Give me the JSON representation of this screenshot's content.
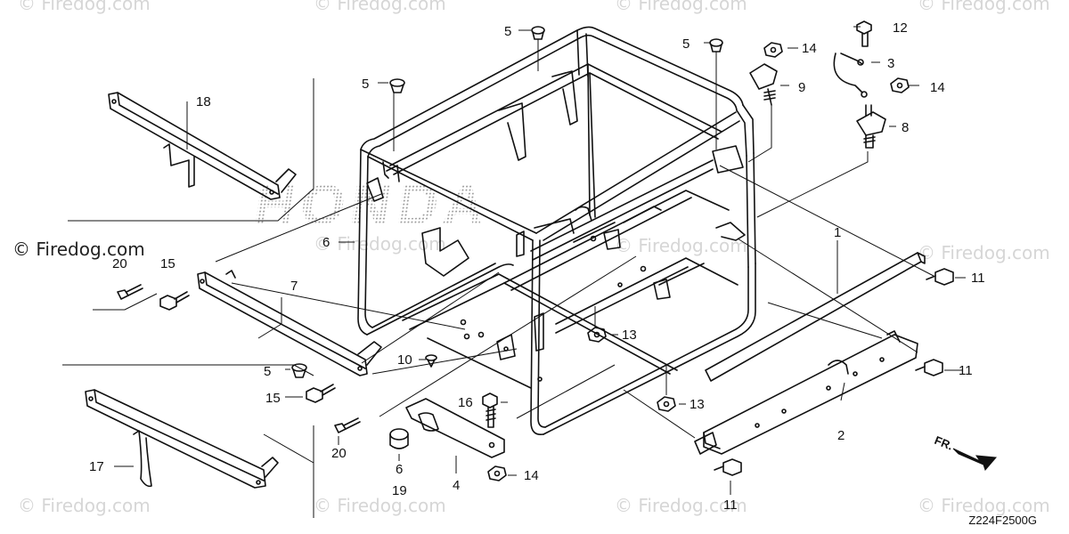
{
  "watermarks": {
    "text": "© Firedog.com",
    "main": "© Firedog.com"
  },
  "diagram_code": "Z224F2500G",
  "direction_label": "FR.",
  "brand_mark": "HONDA",
  "callouts": [
    {
      "id": "c18",
      "text": "18"
    },
    {
      "id": "c5a",
      "text": "5"
    },
    {
      "id": "c5b",
      "text": "5"
    },
    {
      "id": "c5c",
      "text": "5"
    },
    {
      "id": "c5d",
      "text": "5"
    },
    {
      "id": "c14a",
      "text": "14"
    },
    {
      "id": "c12",
      "text": "12"
    },
    {
      "id": "c3",
      "text": "3"
    },
    {
      "id": "c14b",
      "text": "14"
    },
    {
      "id": "c9",
      "text": "9"
    },
    {
      "id": "c8",
      "text": "8"
    },
    {
      "id": "c6a",
      "text": "6"
    },
    {
      "id": "c20a",
      "text": "20"
    },
    {
      "id": "c15a",
      "text": "15"
    },
    {
      "id": "c7",
      "text": "7"
    },
    {
      "id": "c1",
      "text": "1"
    },
    {
      "id": "c11a",
      "text": "11"
    },
    {
      "id": "c13a",
      "text": "13"
    },
    {
      "id": "c10",
      "text": "10"
    },
    {
      "id": "c15b",
      "text": "15"
    },
    {
      "id": "c16",
      "text": "16"
    },
    {
      "id": "c13b",
      "text": "13"
    },
    {
      "id": "c11b",
      "text": "11"
    },
    {
      "id": "c2",
      "text": "2"
    },
    {
      "id": "c20b",
      "text": "20"
    },
    {
      "id": "c6b",
      "text": "6"
    },
    {
      "id": "c19",
      "text": "19"
    },
    {
      "id": "c4",
      "text": "4"
    },
    {
      "id": "c14c",
      "text": "14"
    },
    {
      "id": "c17",
      "text": "17"
    },
    {
      "id": "c11c",
      "text": "11"
    }
  ]
}
